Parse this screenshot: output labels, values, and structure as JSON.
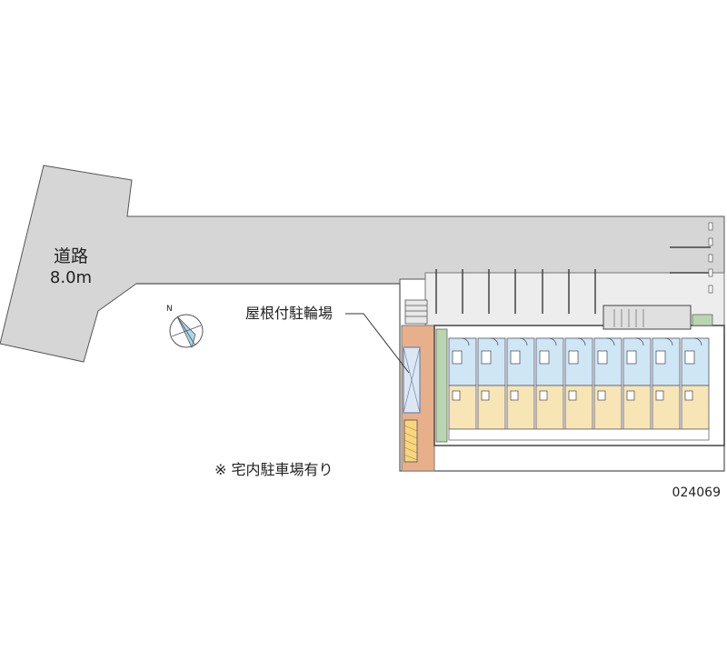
{
  "road": {
    "name": "道路",
    "width": "8.0m"
  },
  "bicycle_parking": {
    "label": "屋根付駐輪場"
  },
  "note": {
    "text": "※ 宅内駐車場有り"
  },
  "property_code": "024069",
  "compass": {
    "north_label": "N",
    "icon": "compass-icon"
  },
  "building": {
    "unit_rows": 2,
    "units_per_row": 9
  },
  "colors": {
    "road": "#d6d6d6",
    "parking_lot": "#f0f0f0",
    "unit_blue": "#cfe6f5",
    "unit_yellow": "#f7e5b5",
    "corridor_green": "#b9d6b0",
    "path_orange": "#e8b08a",
    "bike_roof": "#dbe8f4"
  }
}
